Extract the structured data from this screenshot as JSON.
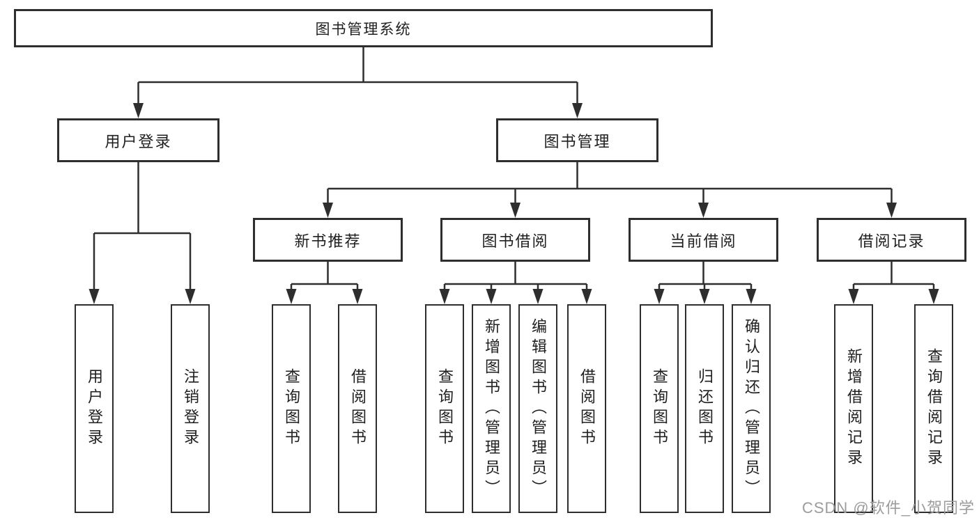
{
  "diagram": {
    "root": {
      "label": "图书管理系统",
      "children": [
        {
          "label": "用户登录",
          "children": [
            {
              "label": "用户登录"
            },
            {
              "label": "注销登录"
            }
          ]
        },
        {
          "label": "图书管理",
          "children": [
            {
              "label": "新书推荐",
              "children": [
                {
                  "label": "查询图书"
                },
                {
                  "label": "借阅图书"
                }
              ]
            },
            {
              "label": "图书借阅",
              "children": [
                {
                  "label": "查询图书"
                },
                {
                  "label": "新增图书（管理员）"
                },
                {
                  "label": "编辑图书（管理员）"
                },
                {
                  "label": "借阅图书"
                }
              ]
            },
            {
              "label": "当前借阅",
              "children": [
                {
                  "label": "查询图书"
                },
                {
                  "label": "归还图书"
                },
                {
                  "label": "确认归还（管理员）"
                }
              ]
            },
            {
              "label": "借阅记录",
              "children": [
                {
                  "label": "新增借阅记录"
                },
                {
                  "label": "查询借阅记录"
                }
              ]
            }
          ]
        }
      ]
    }
  },
  "watermark": {
    "label": "CSDN @软件_小贺同学"
  },
  "colors": {
    "line": "#2e2e2e",
    "text": "#1f1f1f",
    "watermark": "#9c9c9c",
    "background": "#ffffff"
  }
}
